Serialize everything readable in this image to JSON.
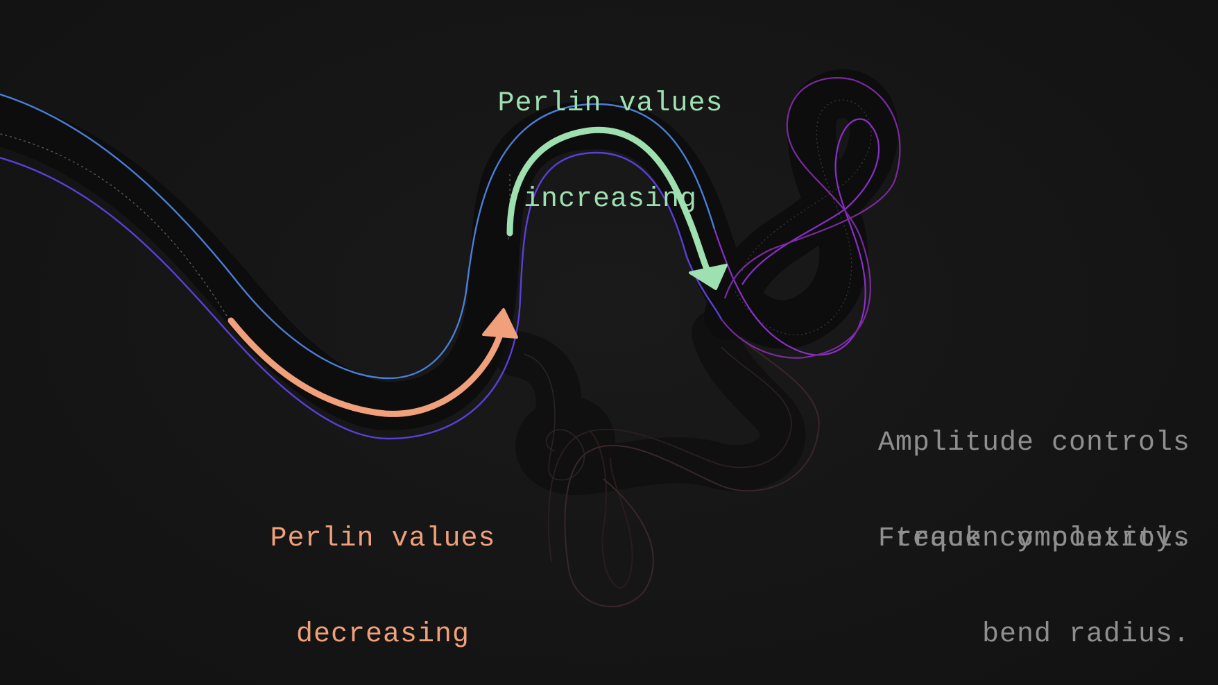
{
  "labels": {
    "increasing": {
      "line1": "Perlin values",
      "line2": "increasing"
    },
    "decreasing": {
      "line1": "Perlin values",
      "line2": "decreasing"
    },
    "amplitude": {
      "line1": "Amplitude controls",
      "line2": "track complexity."
    },
    "frequency": {
      "line1": "Frequency controls",
      "line2": "bend radius."
    }
  },
  "colors": {
    "background": "#161616",
    "track_fill": "#0d0d0e",
    "edge_blue": "#4a7fd6",
    "edge_indigo": "#5b3fd8",
    "edge_purple": "#8a2fc8",
    "edge_magenta": "#7a2a7e",
    "edge_faint": "#3a2628",
    "increasing": "#9ee0b0",
    "decreasing": "#f0a07a",
    "note_text": "#8f8f8f",
    "centerline": "#8a8a8a"
  },
  "icons": {
    "increasing_arrow": "arrow-down-right-icon",
    "decreasing_arrow": "arrow-up-icon"
  }
}
